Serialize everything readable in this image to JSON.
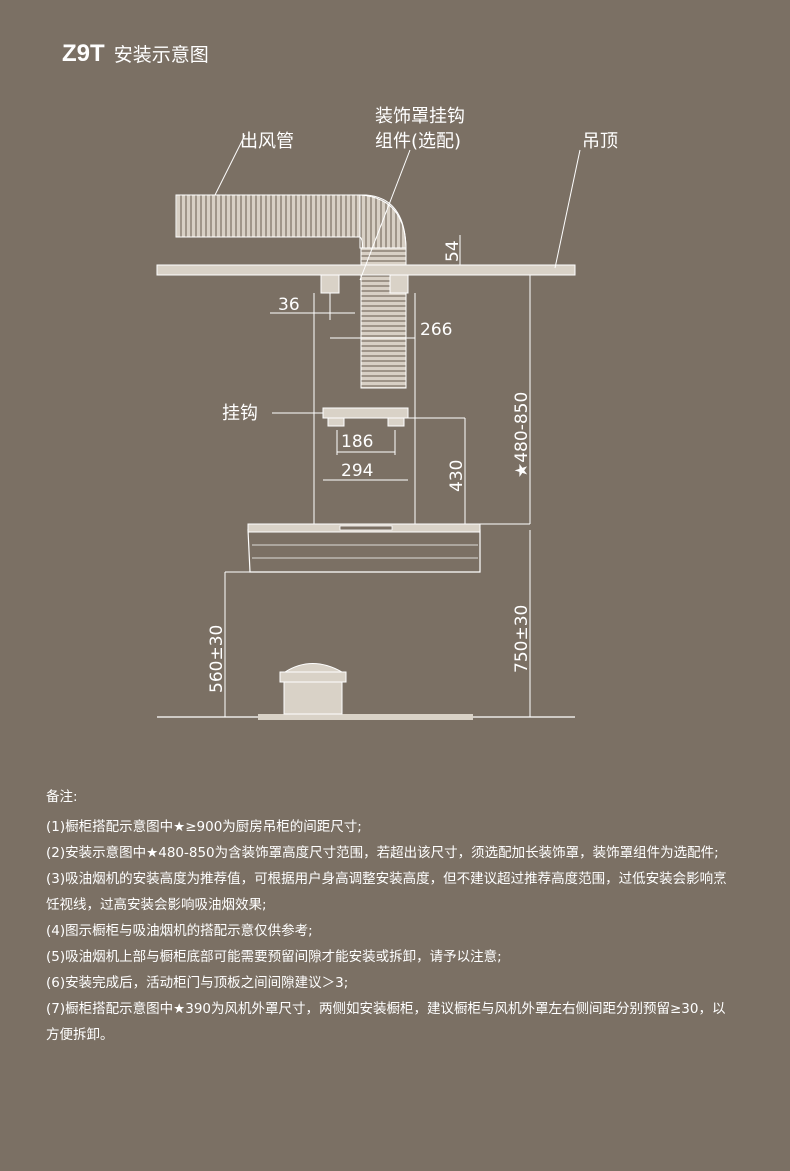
{
  "header": {
    "model": "Z9T",
    "subtitle": "安装示意图"
  },
  "labels": {
    "duct": "出风管",
    "bracket_line1": "装饰罩挂钩",
    "bracket_line2": "组件(选配)",
    "ceiling": "吊顶",
    "hook": "挂钩"
  },
  "dimensions": {
    "d54": "54",
    "d36": "36",
    "d266": "266",
    "d186": "186",
    "d294": "294",
    "d430": "430",
    "d480_850": "★480-850",
    "d750": "750±30",
    "d560": "560±30"
  },
  "notes": {
    "heading": "备注:",
    "items": [
      "(1)橱柜搭配示意图中★≥900为厨房吊柜的间距尺寸;",
      "(2)安装示意图中★480-850为含装饰罩高度尺寸范围，若超出该尺寸，须选配加长装饰罩，装饰罩组件为选配件;",
      "(3)吸油烟机的安装高度为推荐值，可根据用户身高调整安装高度，但不建议超过推荐高度范围，过低安装会影响烹饪视线，过高安装会影响吸油烟效果;",
      "(4)图示橱柜与吸油烟机的搭配示意仅供参考;",
      "(5)吸油烟机上部与橱柜底部可能需要预留间隙才能安装或拆卸，请予以注意;",
      "(6)安装完成后，活动柜门与顶板之间间隙建议＞3;",
      "(7)橱柜搭配示意图中★390为风机外罩尺寸，两侧如安装橱柜，建议橱柜与风机外罩左右侧间距分别预留≥30，以方便拆卸。"
    ]
  },
  "colors": {
    "background": "#7b7064",
    "ink": "#ffffff",
    "ceiling_fill": "#d9d2c7"
  }
}
